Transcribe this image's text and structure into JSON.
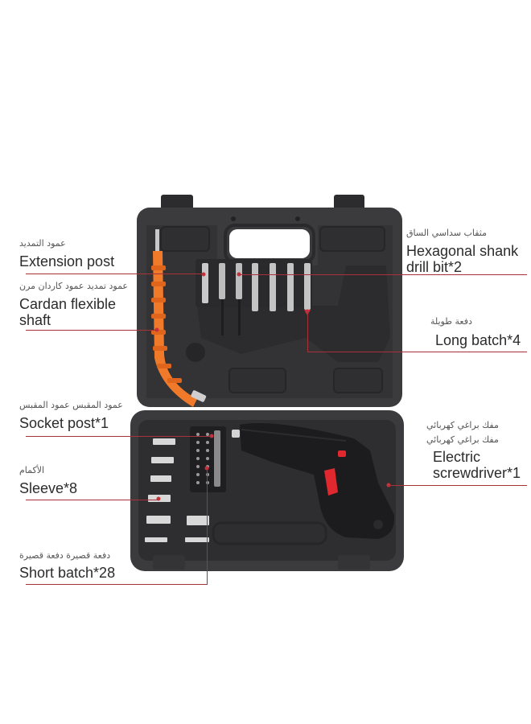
{
  "product": {
    "description": "Cordless electric screwdriver kit in black carry case",
    "colors": {
      "background": "#ffffff",
      "case": "#3a3a3c",
      "case_dark": "#2a2a2c",
      "flex_shaft": "#f07a2a",
      "leader_line": "#a8323a",
      "trigger": "#e0282e",
      "label_text": "#2b2b2b"
    }
  },
  "callouts": [
    {
      "id": "extension-post",
      "arabic": "عمود التمديد",
      "english": "Extension post"
    },
    {
      "id": "cardan-flexible-shaft",
      "arabic": "عمود تمديد عمود كاردان مرن",
      "english": "Cardan flexible shaft"
    },
    {
      "id": "hexagonal-shank-drill-bit",
      "arabic": "مثقاب سداسي الساق",
      "english": "Hexagonal shank drill bit*2"
    },
    {
      "id": "long-batch",
      "arabic": "دفعة طويلة",
      "english": "Long batch*4"
    },
    {
      "id": "socket-post",
      "arabic": "عمود المقبس عمود المقبس",
      "english": "Socket post*1"
    },
    {
      "id": "electric-screwdriver",
      "arabic": "مفك براغي كهربائي",
      "arabic2": "مفك براغي كهربائي",
      "english": "Electric screwdriver*1"
    },
    {
      "id": "sleeve",
      "arabic": "الأكمام",
      "english": "Sleeve*8"
    },
    {
      "id": "short-batch",
      "arabic": "دفعة قصيرة دفعة قصيرة",
      "english": "Short batch*28"
    }
  ],
  "labels_display": {
    "extension_post": "Extension post",
    "cardan_line1": "Cardan flexible",
    "cardan_line2": "shaft",
    "hex_line1": "Hexagonal shank",
    "hex_line2": "drill bit*2",
    "long_batch": "Long batch*4",
    "socket_post": "Socket post*1",
    "electric_line1": "Electric",
    "electric_line2": "screwdriver*1",
    "sleeve": "Sleeve*8",
    "short_batch": "Short batch*28"
  }
}
